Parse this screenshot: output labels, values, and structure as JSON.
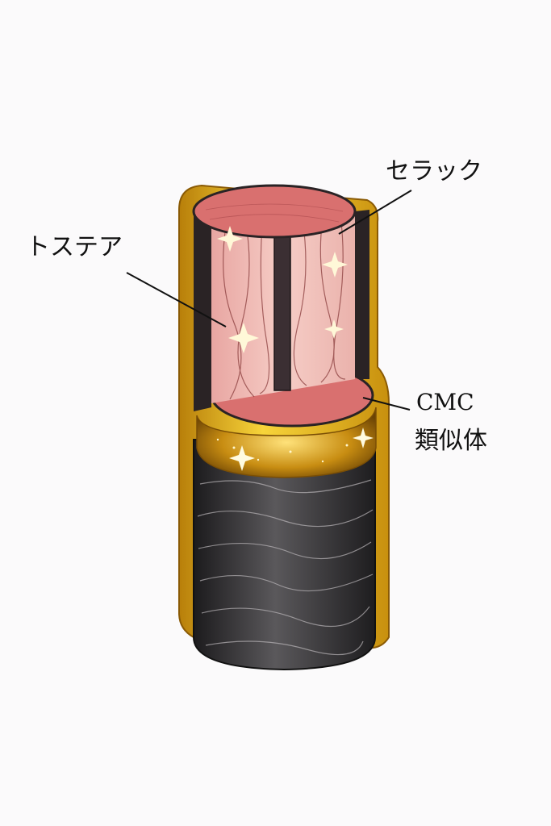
{
  "labels": {
    "shellac": "セラック",
    "tostea": "トステア",
    "cmc_line1": "CMC",
    "cmc_line2": "類似体"
  },
  "colors": {
    "gold": "#e8b41c",
    "cuticle_dark": "#2e2a2d",
    "cortex_pink": "#e7a7a5",
    "medulla": "#3b2f33",
    "background": "#fbfafb"
  }
}
